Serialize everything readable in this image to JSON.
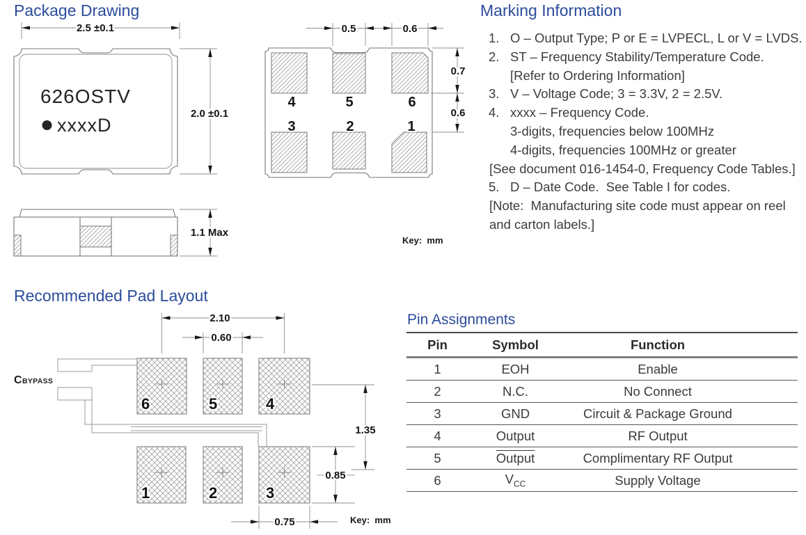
{
  "page": {
    "heading_color": "#2B4B9B"
  },
  "package_drawing": {
    "title": "Package Drawing",
    "top_view": {
      "part_number": "626OSTV",
      "date_code": "xxxxD",
      "dim_width": "2.5 ±0.1",
      "dim_height": "2.0 ±0.1"
    },
    "side_view": {
      "dim_thickness": "1.1 Max"
    },
    "bottom_view": {
      "dim_pad5_width": "0.5",
      "dim_pad6_width": "0.6",
      "dim_row_top": "0.7",
      "dim_row_gap": "0.6",
      "pins_top": [
        "4",
        "5",
        "6"
      ],
      "pins_bottom": [
        "3",
        "2",
        "1"
      ],
      "key": "Key:  mm"
    }
  },
  "marking_information": {
    "title": "Marking Information",
    "lines": [
      {
        "num": "1.",
        "text": "O – Output Type; P or E = LVPECL, L or V = LVDS."
      },
      {
        "num": "2.",
        "text": "ST – Frequency Stability/Temperature Code."
      },
      {
        "num": "",
        "text": "[Refer to Ordering Information]"
      },
      {
        "num": "3.",
        "text": "V – Voltage Code; 3 = 3.3V, 2 = 2.5V."
      },
      {
        "num": "4.",
        "text": "xxxx – Frequency Code."
      },
      {
        "num": "",
        "text": "3-digits, frequencies below 100MHz"
      },
      {
        "num": "",
        "text": "4-digits, frequencies 100MHz or greater"
      },
      {
        "num": "",
        "text": "[See document 016-1454-0, Frequency Code Tables.]"
      },
      {
        "num": "5.",
        "text": "D – Date Code.  See Table I for codes."
      },
      {
        "num": "",
        "text": "[Note:  Manufacturing site code must appear on reel"
      },
      {
        "num": "",
        "text": "and carton labels.]"
      }
    ]
  },
  "pad_layout": {
    "title": "Recommended Pad Layout",
    "bypass_label": {
      "main": "C",
      "sub": "BYPASS"
    },
    "dims": {
      "pad_pitch_h": "2.10",
      "pad5_width": "0.60",
      "row_pitch": "1.35",
      "pad_height": "0.85",
      "pad_width": "0.75"
    },
    "pins_top": [
      "6",
      "5",
      "4"
    ],
    "pins_bottom": [
      "1",
      "2",
      "3"
    ],
    "key": "Key:  mm"
  },
  "pin_assignments": {
    "title": "Pin Assignments",
    "headers": [
      "Pin",
      "Symbol",
      "Function"
    ],
    "rows": [
      {
        "pin": "1",
        "symbol": "EOH",
        "function": "Enable"
      },
      {
        "pin": "2",
        "symbol": "N.C.",
        "function": "No Connect"
      },
      {
        "pin": "3",
        "symbol": "GND",
        "function": "Circuit & Package Ground"
      },
      {
        "pin": "4",
        "symbol": "Output",
        "function": "RF Output"
      },
      {
        "pin": "5",
        "symbol": "Output",
        "function": "Complimentary RF Output"
      },
      {
        "pin": "6",
        "symbol": "V",
        "symbol_sub": "CC",
        "function": "Supply Voltage"
      }
    ]
  }
}
